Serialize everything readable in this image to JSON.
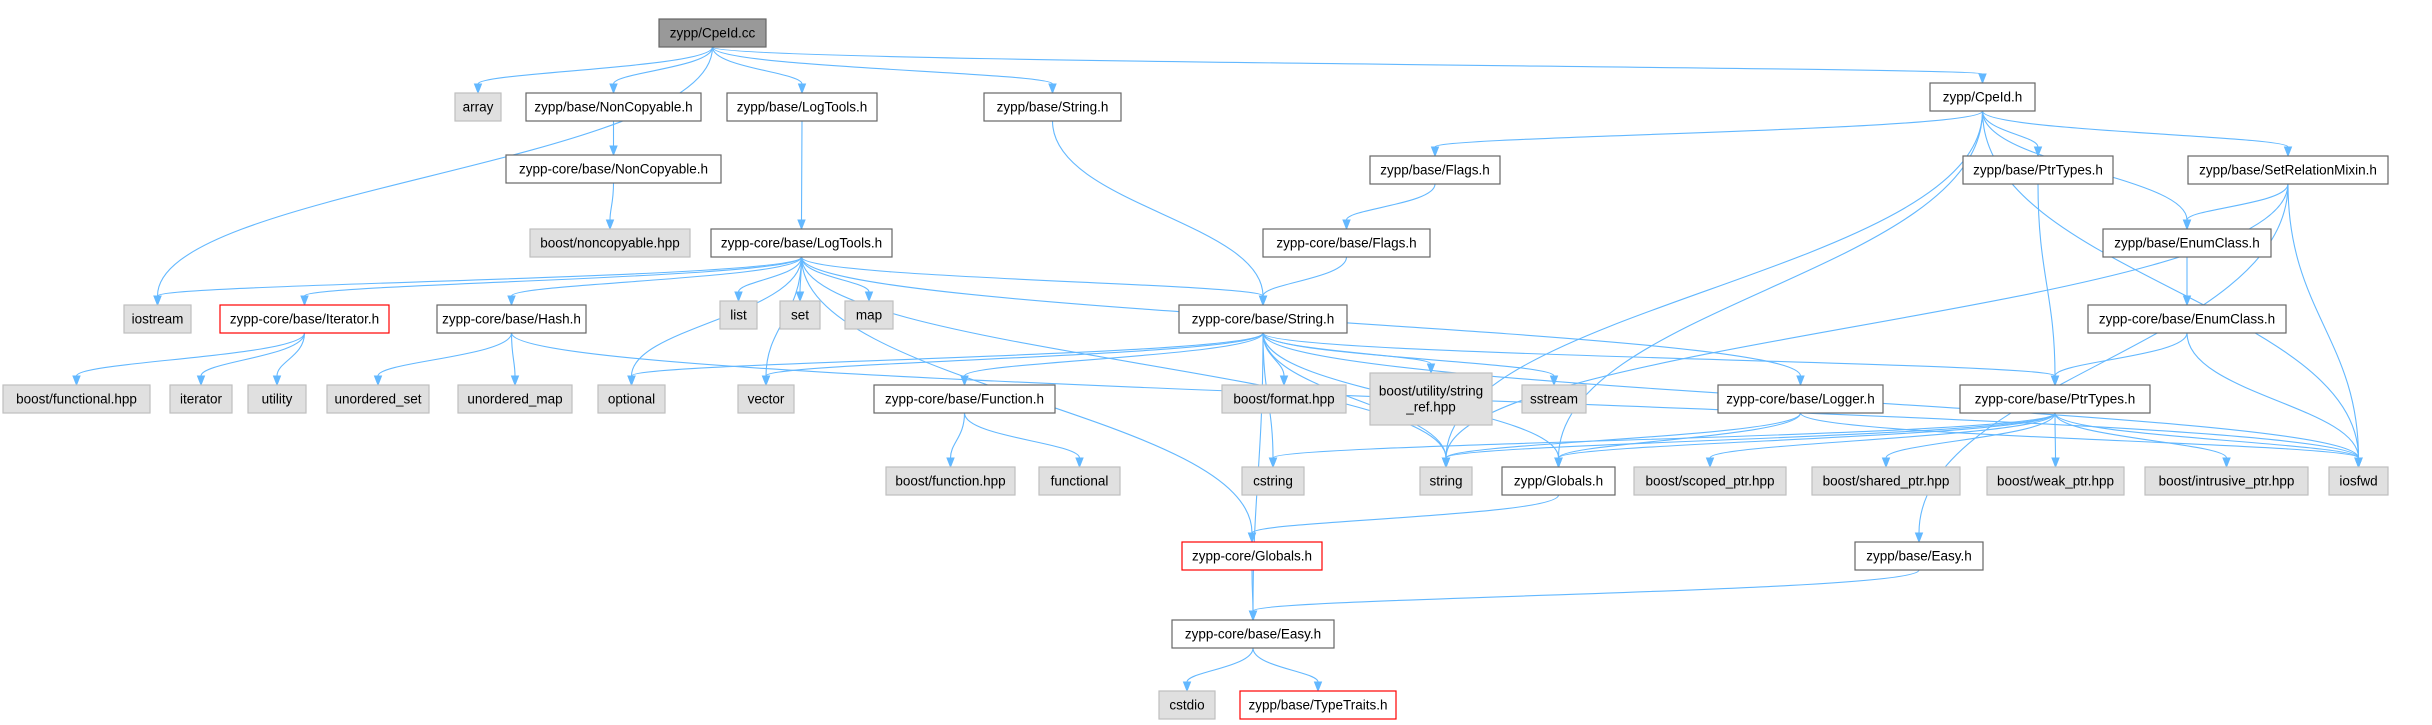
{
  "nodes": [
    {
      "id": "zypp/CpeId.cc",
      "kind": "root"
    },
    {
      "id": "array",
      "kind": "external"
    },
    {
      "id": "zypp/base/NonCopyable.h",
      "kind": "normal"
    },
    {
      "id": "zypp/base/LogTools.h",
      "kind": "normal"
    },
    {
      "id": "zypp/base/String.h",
      "kind": "normal"
    },
    {
      "id": "zypp/CpeId.h",
      "kind": "normal"
    },
    {
      "id": "zypp-core/base/NonCopyable.h",
      "kind": "normal"
    },
    {
      "id": "boost/noncopyable.hpp",
      "kind": "external"
    },
    {
      "id": "zypp-core/base/LogTools.h",
      "kind": "normal"
    },
    {
      "id": "zypp/base/Flags.h",
      "kind": "normal"
    },
    {
      "id": "zypp-core/base/Flags.h",
      "kind": "normal"
    },
    {
      "id": "zypp/base/PtrTypes.h",
      "kind": "normal"
    },
    {
      "id": "zypp/base/SetRelationMixin.h",
      "kind": "normal"
    },
    {
      "id": "zypp/base/EnumClass.h",
      "kind": "normal"
    },
    {
      "id": "zypp-core/base/EnumClass.h",
      "kind": "normal"
    },
    {
      "id": "iostream",
      "kind": "external"
    },
    {
      "id": "zypp-core/base/Iterator.h",
      "kind": "missing"
    },
    {
      "id": "zypp-core/base/Hash.h",
      "kind": "normal"
    },
    {
      "id": "list",
      "kind": "external"
    },
    {
      "id": "set",
      "kind": "external"
    },
    {
      "id": "map",
      "kind": "external"
    },
    {
      "id": "zypp-core/base/String.h",
      "kind": "normal"
    },
    {
      "id": "boost/functional.hpp",
      "kind": "external"
    },
    {
      "id": "iterator",
      "kind": "external"
    },
    {
      "id": "utility",
      "kind": "external"
    },
    {
      "id": "unordered_set",
      "kind": "external"
    },
    {
      "id": "unordered_map",
      "kind": "external"
    },
    {
      "id": "optional",
      "kind": "external"
    },
    {
      "id": "vector",
      "kind": "external"
    },
    {
      "id": "zypp-core/base/Function.h",
      "kind": "normal"
    },
    {
      "id": "boost/format.hpp",
      "kind": "external"
    },
    {
      "id": "boost/utility/string\n_ref.hpp",
      "kind": "external"
    },
    {
      "id": "sstream",
      "kind": "external"
    },
    {
      "id": "zypp-core/base/Logger.h",
      "kind": "normal"
    },
    {
      "id": "zypp-core/base/PtrTypes.h",
      "kind": "normal"
    },
    {
      "id": "boost/function.hpp",
      "kind": "external"
    },
    {
      "id": "functional",
      "kind": "external"
    },
    {
      "id": "cstring",
      "kind": "external"
    },
    {
      "id": "string",
      "kind": "external"
    },
    {
      "id": "zypp/Globals.h",
      "kind": "normal"
    },
    {
      "id": "boost/scoped_ptr.hpp",
      "kind": "external"
    },
    {
      "id": "boost/shared_ptr.hpp",
      "kind": "external"
    },
    {
      "id": "boost/weak_ptr.hpp",
      "kind": "external"
    },
    {
      "id": "boost/intrusive_ptr.hpp",
      "kind": "external"
    },
    {
      "id": "iosfwd",
      "kind": "external"
    },
    {
      "id": "zypp-core/Globals.h",
      "kind": "missing"
    },
    {
      "id": "zypp/base/Easy.h",
      "kind": "normal"
    },
    {
      "id": "zypp-core/base/Easy.h",
      "kind": "normal"
    },
    {
      "id": "cstdio",
      "kind": "external"
    },
    {
      "id": "zypp/base/TypeTraits.h",
      "kind": "missing"
    }
  ],
  "edges": [
    [
      "zypp/CpeId.cc",
      "array"
    ],
    [
      "zypp/CpeId.cc",
      "zypp/base/NonCopyable.h"
    ],
    [
      "zypp/CpeId.cc",
      "zypp/base/LogTools.h"
    ],
    [
      "zypp/CpeId.cc",
      "zypp/base/String.h"
    ],
    [
      "zypp/CpeId.cc",
      "zypp/CpeId.h"
    ],
    [
      "zypp/CpeId.cc",
      "iostream"
    ],
    [
      "zypp/base/NonCopyable.h",
      "zypp-core/base/NonCopyable.h"
    ],
    [
      "zypp-core/base/NonCopyable.h",
      "boost/noncopyable.hpp"
    ],
    [
      "zypp/base/LogTools.h",
      "zypp-core/base/LogTools.h"
    ],
    [
      "zypp/base/String.h",
      "zypp-core/base/String.h"
    ],
    [
      "zypp/CpeId.h",
      "zypp/base/Flags.h"
    ],
    [
      "zypp/CpeId.h",
      "zypp/base/PtrTypes.h"
    ],
    [
      "zypp/CpeId.h",
      "zypp/base/SetRelationMixin.h"
    ],
    [
      "zypp/CpeId.h",
      "zypp/base/EnumClass.h"
    ],
    [
      "zypp/CpeId.h",
      "iosfwd"
    ],
    [
      "zypp/CpeId.h",
      "string"
    ],
    [
      "zypp/CpeId.h",
      "zypp/Globals.h"
    ],
    [
      "zypp/base/Flags.h",
      "zypp-core/base/Flags.h"
    ],
    [
      "zypp-core/base/Flags.h",
      "zypp-core/base/String.h"
    ],
    [
      "zypp/base/PtrTypes.h",
      "zypp-core/base/PtrTypes.h"
    ],
    [
      "zypp/base/SetRelationMixin.h",
      "zypp/base/EnumClass.h"
    ],
    [
      "zypp/base/SetRelationMixin.h",
      "iosfwd"
    ],
    [
      "zypp/base/SetRelationMixin.h",
      "string"
    ],
    [
      "zypp/base/SetRelationMixin.h",
      "zypp/base/Easy.h"
    ],
    [
      "zypp/base/EnumClass.h",
      "zypp-core/base/EnumClass.h"
    ],
    [
      "zypp-core/base/EnumClass.h",
      "zypp-core/base/PtrTypes.h"
    ],
    [
      "zypp-core/base/EnumClass.h",
      "iosfwd"
    ],
    [
      "zypp-core/base/LogTools.h",
      "iostream"
    ],
    [
      "zypp-core/base/LogTools.h",
      "zypp-core/base/Iterator.h"
    ],
    [
      "zypp-core/base/LogTools.h",
      "zypp-core/base/Hash.h"
    ],
    [
      "zypp-core/base/LogTools.h",
      "list"
    ],
    [
      "zypp-core/base/LogTools.h",
      "set"
    ],
    [
      "zypp-core/base/LogTools.h",
      "map"
    ],
    [
      "zypp-core/base/LogTools.h",
      "zypp-core/base/String.h"
    ],
    [
      "zypp-core/base/LogTools.h",
      "optional"
    ],
    [
      "zypp-core/base/LogTools.h",
      "vector"
    ],
    [
      "zypp-core/base/LogTools.h",
      "string"
    ],
    [
      "zypp-core/base/LogTools.h",
      "zypp-core/base/Logger.h"
    ],
    [
      "zypp-core/base/LogTools.h",
      "zypp-core/Globals.h"
    ],
    [
      "zypp-core/base/Iterator.h",
      "boost/functional.hpp"
    ],
    [
      "zypp-core/base/Iterator.h",
      "iterator"
    ],
    [
      "zypp-core/base/Iterator.h",
      "utility"
    ],
    [
      "zypp-core/base/Hash.h",
      "unordered_set"
    ],
    [
      "zypp-core/base/Hash.h",
      "unordered_map"
    ],
    [
      "zypp-core/base/Hash.h",
      "iosfwd"
    ],
    [
      "zypp-core/base/String.h",
      "optional"
    ],
    [
      "zypp-core/base/String.h",
      "vector"
    ],
    [
      "zypp-core/base/String.h",
      "zypp-core/base/Function.h"
    ],
    [
      "zypp-core/base/String.h",
      "boost/format.hpp"
    ],
    [
      "zypp-core/base/String.h",
      "boost/utility/string\n_ref.hpp"
    ],
    [
      "zypp-core/base/String.h",
      "sstream"
    ],
    [
      "zypp-core/base/String.h",
      "cstring"
    ],
    [
      "zypp-core/base/String.h",
      "string"
    ],
    [
      "zypp-core/base/String.h",
      "zypp-core/base/PtrTypes.h"
    ],
    [
      "zypp-core/base/String.h",
      "zypp/Globals.h"
    ],
    [
      "zypp-core/base/String.h",
      "iosfwd"
    ],
    [
      "zypp-core/base/String.h",
      "zypp-core/base/Easy.h"
    ],
    [
      "zypp-core/base/Function.h",
      "boost/function.hpp"
    ],
    [
      "zypp-core/base/Function.h",
      "functional"
    ],
    [
      "zypp-core/base/Logger.h",
      "string"
    ],
    [
      "zypp-core/base/Logger.h",
      "zypp/Globals.h"
    ],
    [
      "zypp-core/base/Logger.h",
      "iosfwd"
    ],
    [
      "zypp-core/base/PtrTypes.h",
      "string"
    ],
    [
      "zypp-core/base/PtrTypes.h",
      "boost/scoped_ptr.hpp"
    ],
    [
      "zypp-core/base/PtrTypes.h",
      "boost/shared_ptr.hpp"
    ],
    [
      "zypp-core/base/PtrTypes.h",
      "boost/weak_ptr.hpp"
    ],
    [
      "zypp-core/base/PtrTypes.h",
      "boost/intrusive_ptr.hpp"
    ],
    [
      "zypp-core/base/PtrTypes.h",
      "iosfwd"
    ],
    [
      "zypp-core/base/PtrTypes.h",
      "zypp/Globals.h"
    ],
    [
      "zypp-core/base/PtrTypes.h",
      "cstring"
    ],
    [
      "zypp/Globals.h",
      "zypp-core/Globals.h"
    ],
    [
      "zypp-core/Globals.h",
      "zypp-core/base/Easy.h"
    ],
    [
      "zypp/base/Easy.h",
      "zypp-core/base/Easy.h"
    ],
    [
      "zypp-core/base/Easy.h",
      "cstdio"
    ],
    [
      "zypp-core/base/Easy.h",
      "zypp/base/TypeTraits.h"
    ]
  ]
}
